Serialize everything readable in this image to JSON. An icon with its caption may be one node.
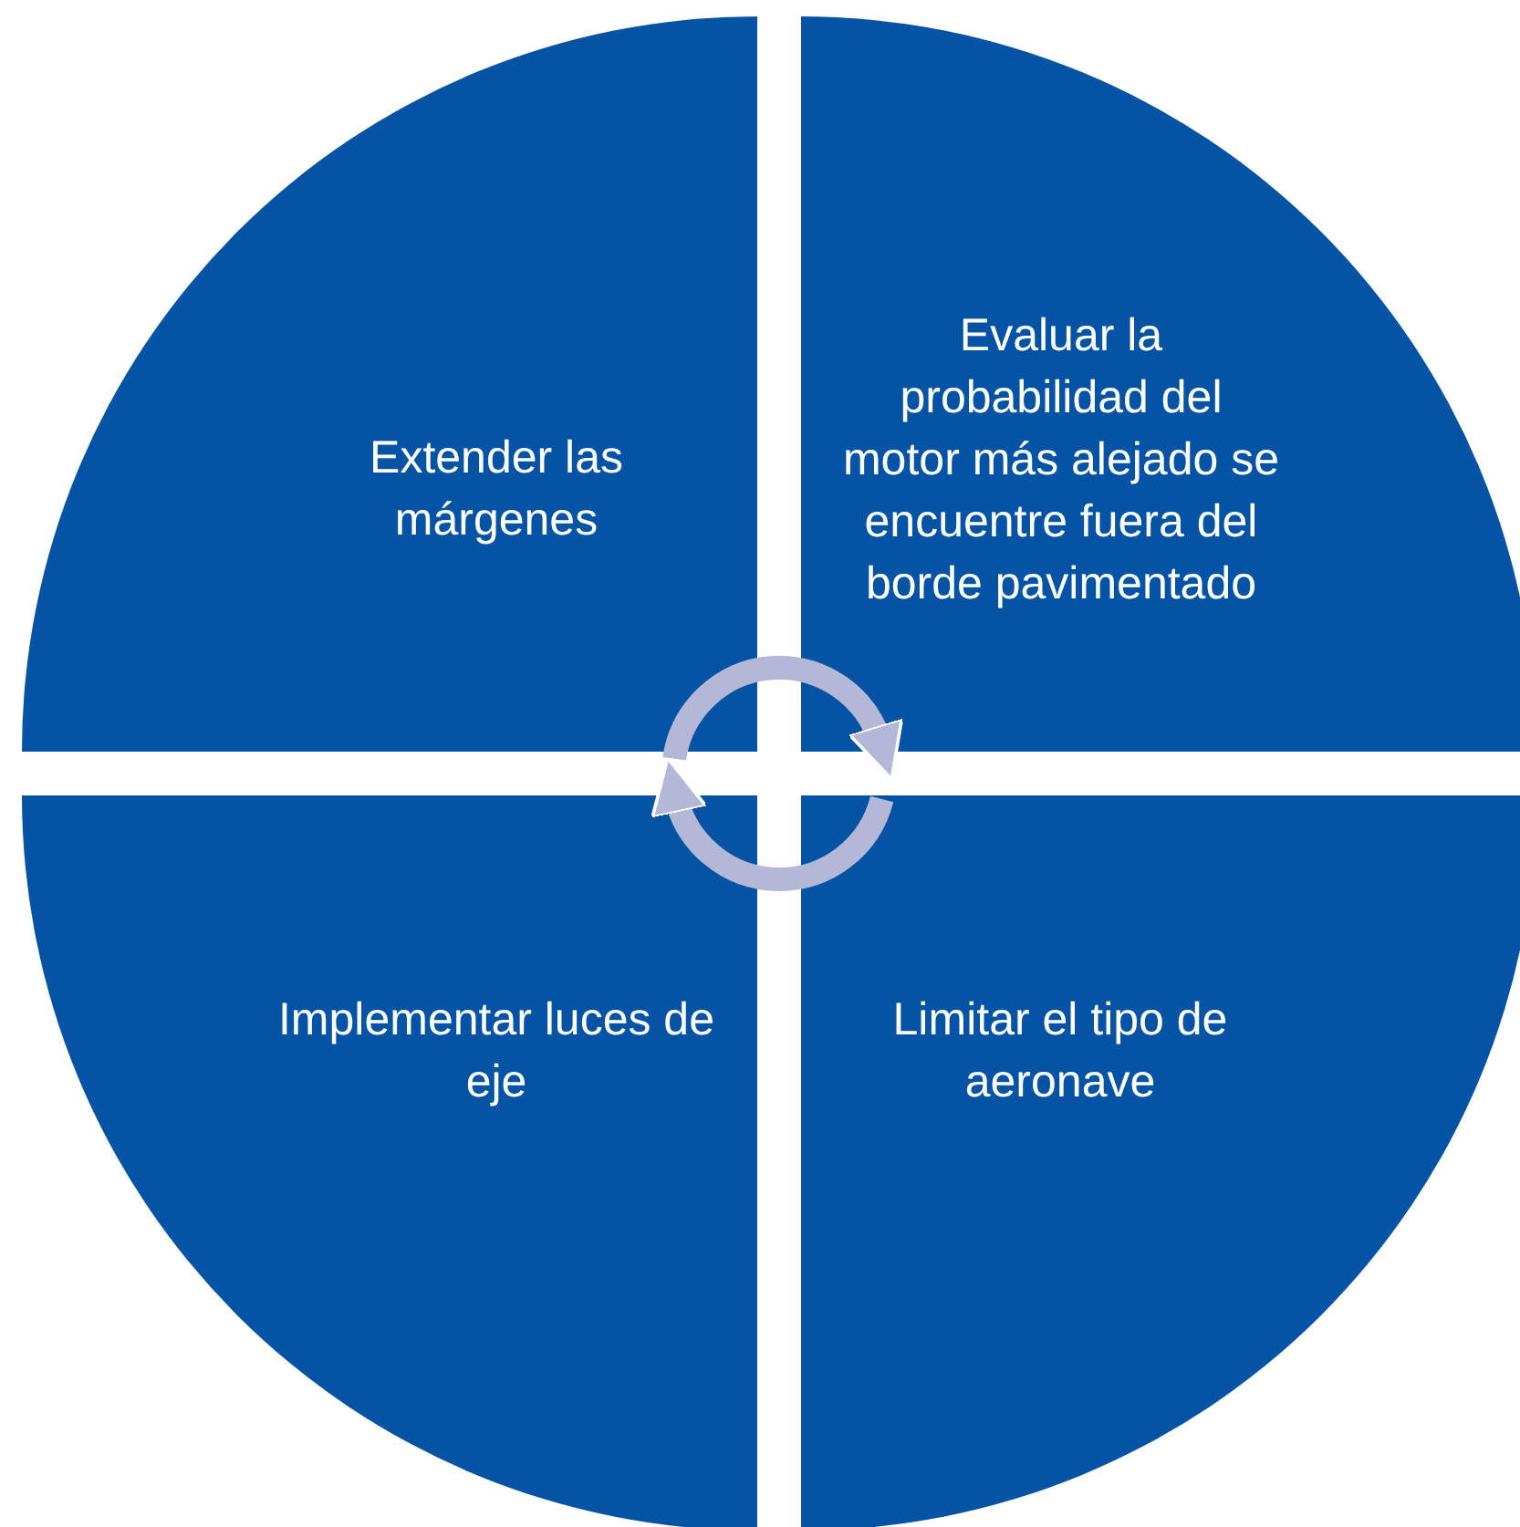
{
  "diagram": {
    "nodes": [
      {
        "text": [
          "Extender las márgenes"
        ]
      },
      {
        "text": [
          "Evaluar la probabilidad del motor más alejado se encuentre fuera del borde pavimentado"
        ]
      },
      {
        "text": [
          "Implementar luces de eje"
        ]
      },
      {
        "text": [
          "Limitar el tipo de aeronave"
        ]
      }
    ],
    "edges": [
      {
        "from": 0,
        "to": 1,
        "arrow": "to"
      },
      {
        "from": 3,
        "to": 2,
        "arrow": "to"
      }
    ]
  }
}
